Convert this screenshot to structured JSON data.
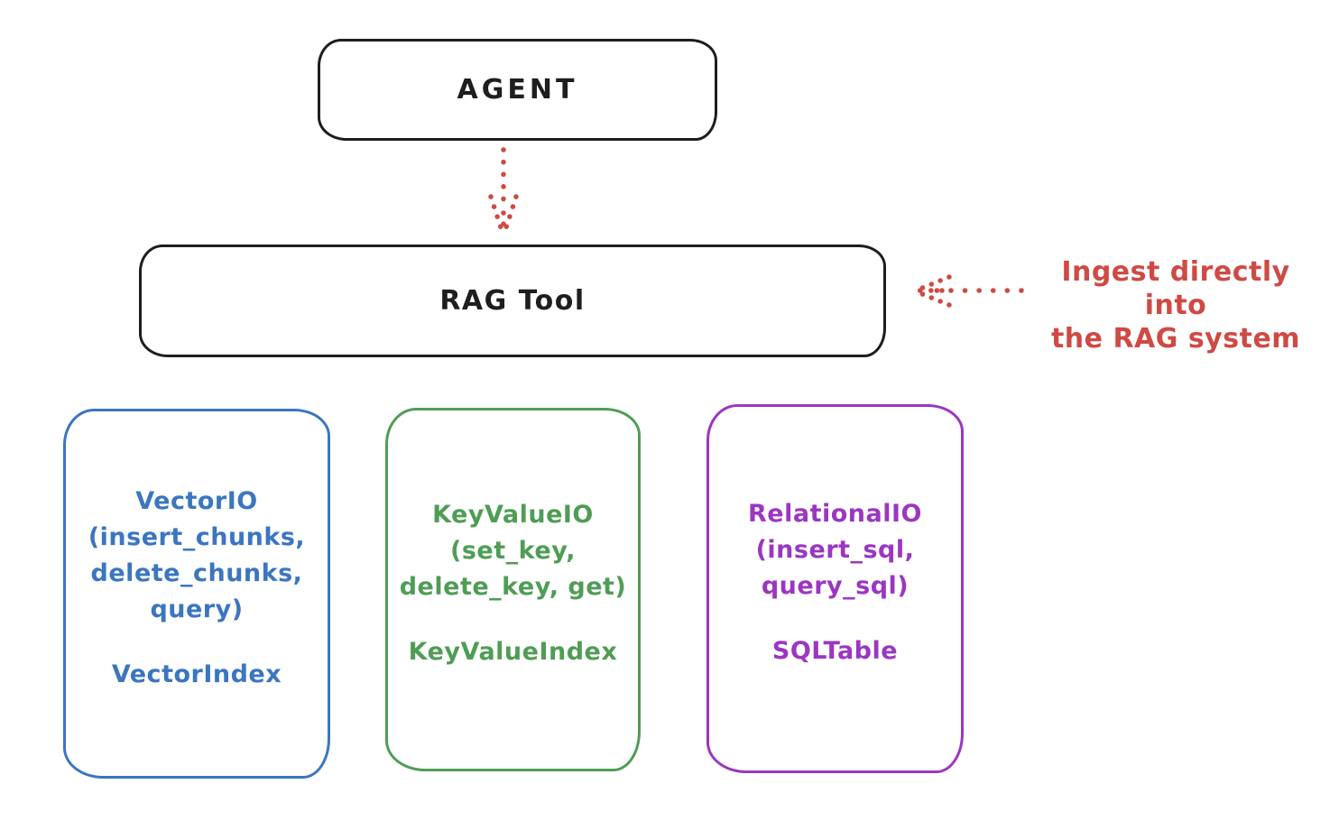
{
  "diagram": {
    "background": "#ffffff",
    "ink_color": "#1e1e1e",
    "accent_red": "#cf4a44",
    "nodes": {
      "agent": {
        "label": "AGENT",
        "color": "#1e1e1e"
      },
      "rag_tool": {
        "label": "RAG Tool",
        "color": "#1e1e1e"
      },
      "vector_io": {
        "lines": [
          "VectorIO",
          "(insert_chunks,",
          "delete_chunks,",
          "query)"
        ],
        "index_label": "VectorIndex",
        "color": "#3b76c0"
      },
      "key_value_io": {
        "lines": [
          "KeyValueIO",
          "(set_key,",
          "delete_key, get)"
        ],
        "index_label": "KeyValueIndex",
        "color": "#4f9d55"
      },
      "relational_io": {
        "lines": [
          "RelationalIO",
          "(insert_sql,",
          "query_sql)"
        ],
        "index_label": "SQLTable",
        "color": "#9b36c2"
      }
    },
    "annotation": {
      "line1": "Ingest directly into",
      "line2": "the RAG system",
      "color": "#cf4a44"
    },
    "arrows": {
      "agent_to_rag_tool": {
        "style": "dotted",
        "direction": "down",
        "color": "#cf4a44"
      },
      "annotation_to_rag_tool": {
        "style": "dotted",
        "direction": "left",
        "color": "#cf4a44"
      }
    }
  }
}
